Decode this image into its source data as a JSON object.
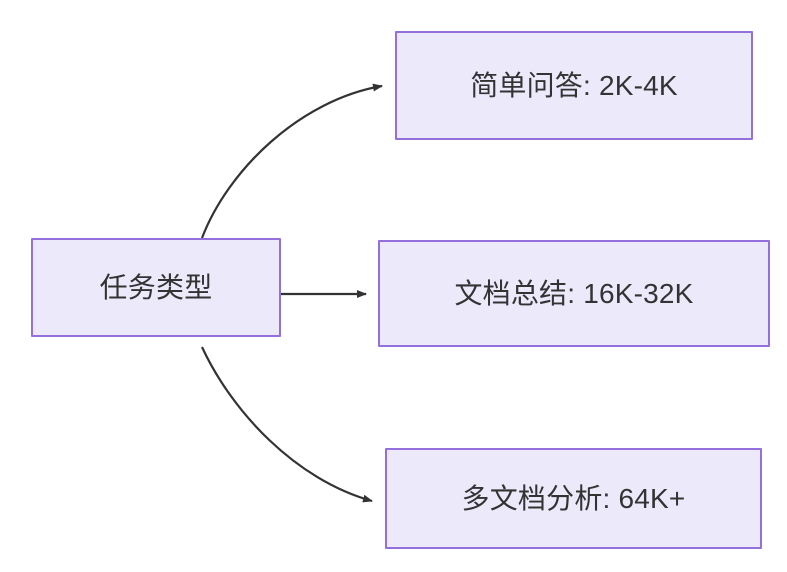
{
  "diagram": {
    "type": "flowchart",
    "direction": "left-to-right",
    "background_color": "#ffffff",
    "node_fill_color": "#ECE9FB",
    "node_border_color": "#9370DB",
    "text_color": "#333333",
    "edge_color": "#333333",
    "source_node": {
      "label": "任务类型"
    },
    "target_nodes": [
      {
        "label": "简单问答: 2K-4K"
      },
      {
        "label": "文档总结: 16K-32K"
      },
      {
        "label": "多文档分析: 64K+"
      }
    ],
    "edges": [
      {
        "from": "任务类型",
        "to": "简单问答: 2K-4K",
        "style": "curved-arrow"
      },
      {
        "from": "任务类型",
        "to": "文档总结: 16K-32K",
        "style": "straight-arrow"
      },
      {
        "from": "任务类型",
        "to": "多文档分析: 64K+",
        "style": "curved-arrow"
      }
    ]
  }
}
